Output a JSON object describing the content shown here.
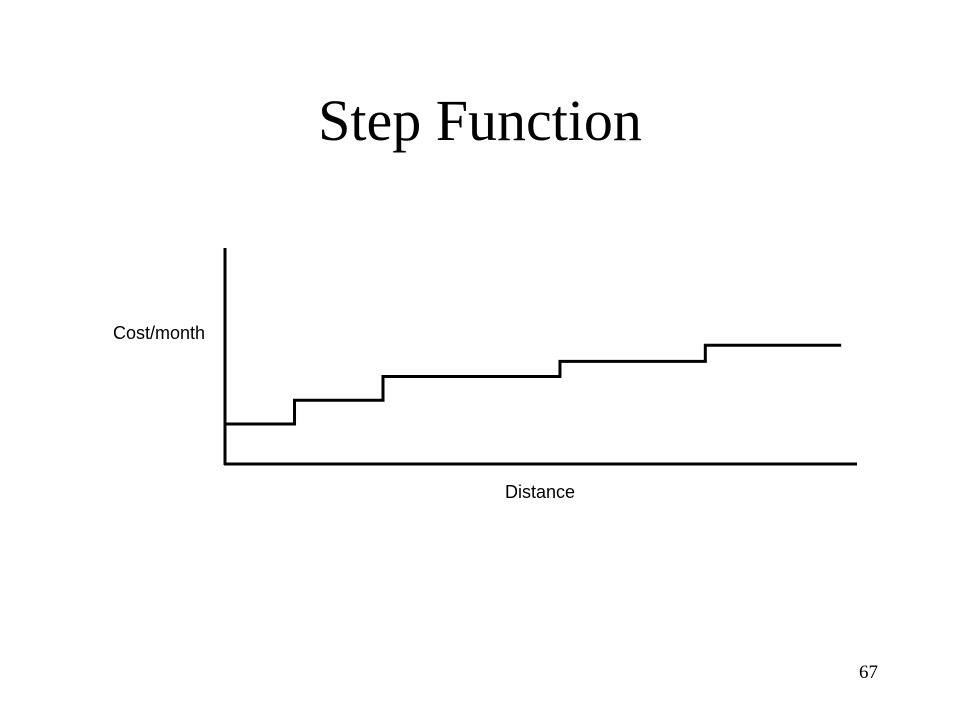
{
  "slide": {
    "title": "Step Function",
    "page_number": "67"
  },
  "chart_data": {
    "type": "line",
    "title": "Step Function",
    "xlabel": "Distance",
    "ylabel": "Cost/month",
    "xlim": [
      0,
      100
    ],
    "ylim": [
      0,
      100
    ],
    "grid": false,
    "legend": "none",
    "step": true,
    "series": [
      {
        "x": [
          0,
          11,
          25,
          53,
          76,
          97.5
        ],
        "y": [
          18.5,
          29.5,
          40.5,
          47.5,
          55,
          55
        ]
      }
    ]
  }
}
